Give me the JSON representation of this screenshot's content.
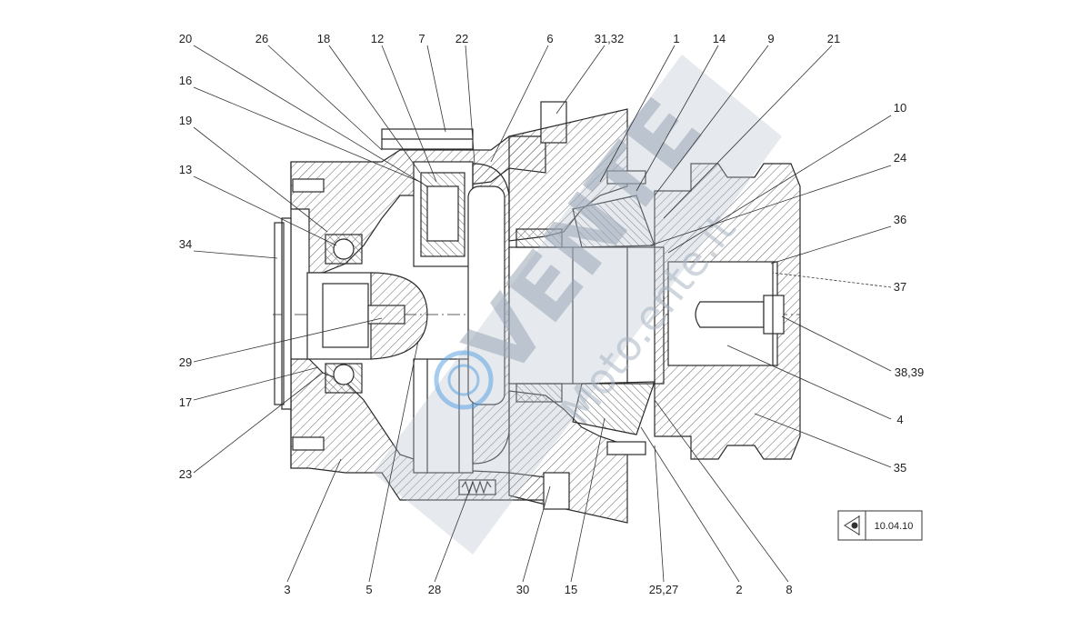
{
  "labels_top": [
    "20",
    "26",
    "18",
    "12",
    "7",
    "22",
    "6",
    "31,32",
    "1",
    "14",
    "9",
    "21"
  ],
  "labels_left": [
    "16",
    "19",
    "13",
    "34",
    "29",
    "17",
    "23"
  ],
  "labels_right": [
    "10",
    "24",
    "36",
    "37",
    "38,39",
    "4",
    "35"
  ],
  "labels_bottom": [
    "3",
    "5",
    "28",
    "30",
    "15",
    "25,27",
    "2",
    "8"
  ],
  "reference_box": {
    "code": "10.04.10",
    "icon": "eye-view-icon"
  },
  "watermark": {
    "brand": "VENTE",
    "domain": "Moto.ente.it"
  },
  "colors": {
    "line": "#2b2b2b",
    "hatch": "#555555",
    "watermark": "#9aa7b6",
    "watermark_accent": "#4d9be0"
  }
}
